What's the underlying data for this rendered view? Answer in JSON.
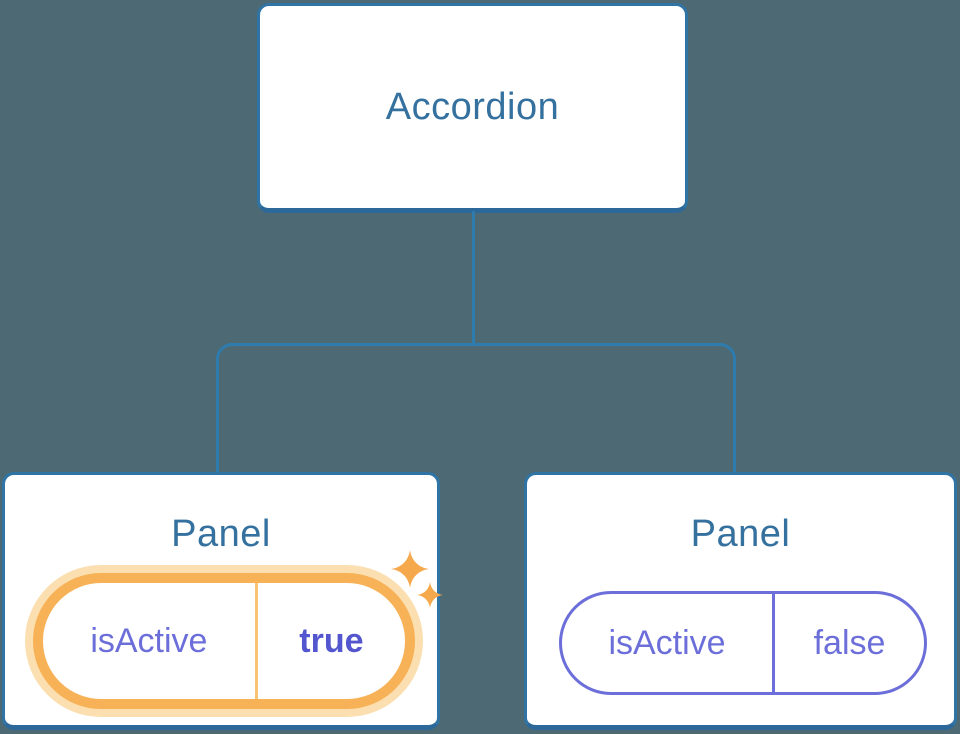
{
  "tree": {
    "root": {
      "label": "Accordion"
    },
    "children": [
      {
        "label": "Panel",
        "active": true,
        "state": {
          "name": "isActive",
          "value": "true"
        }
      },
      {
        "label": "Panel",
        "active": false,
        "state": {
          "name": "isActive",
          "value": "false"
        }
      }
    ]
  },
  "icons": {
    "sparkles": "four-point-star-sparkle-icon"
  },
  "colors": {
    "background": "#4D6973",
    "node_fill": "#FFFFFF",
    "node_border": "#2F74A4",
    "node_border_bottom": "#2C699A",
    "node_text": "#35719F",
    "connector": "#2E7BAE",
    "state_text": "#6C6FD9",
    "state_value_active_text": "#5356CE",
    "active_border": "#F7B156",
    "active_glow": "#FBDFB0",
    "active_divider": "#F8C375",
    "sparkle": "#F5A94C"
  }
}
